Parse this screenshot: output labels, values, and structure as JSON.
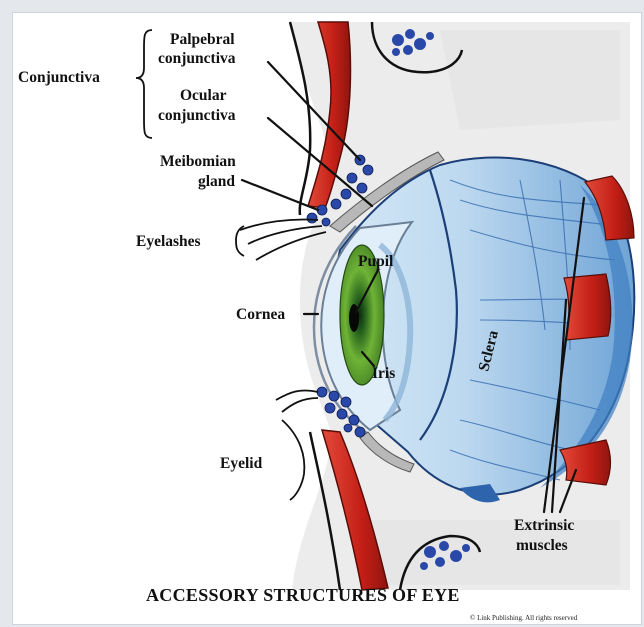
{
  "diagram": {
    "title": "ACCESSORY STRUCTURES OF EYE",
    "copyright": "© Link Publishing. All rights reserved",
    "labels": {
      "conjunctiva": "Conjunctiva",
      "palpebral_line1": "Palpebral",
      "palpebral_line2": "conjunctiva",
      "ocular_line1": "Ocular",
      "ocular_line2": "conjunctiva",
      "meibomian_line1": "Meibomian",
      "meibomian_line2": "gland",
      "eyelashes": "Eyelashes",
      "pupil": "Pupil",
      "cornea": "Cornea",
      "sclera": "Sclera",
      "iris": "Iris",
      "eyelid": "Eyelid",
      "extrinsic_line1": "Extrinsic",
      "extrinsic_line2": "muscles"
    },
    "colors": {
      "muscle_red": "#c8281c",
      "gland_blue": "#2a48a8",
      "sclera_blue": "#3f7fc2",
      "iris_green": "#5a9a2e",
      "skin_grey": "#e9e9e9"
    }
  }
}
